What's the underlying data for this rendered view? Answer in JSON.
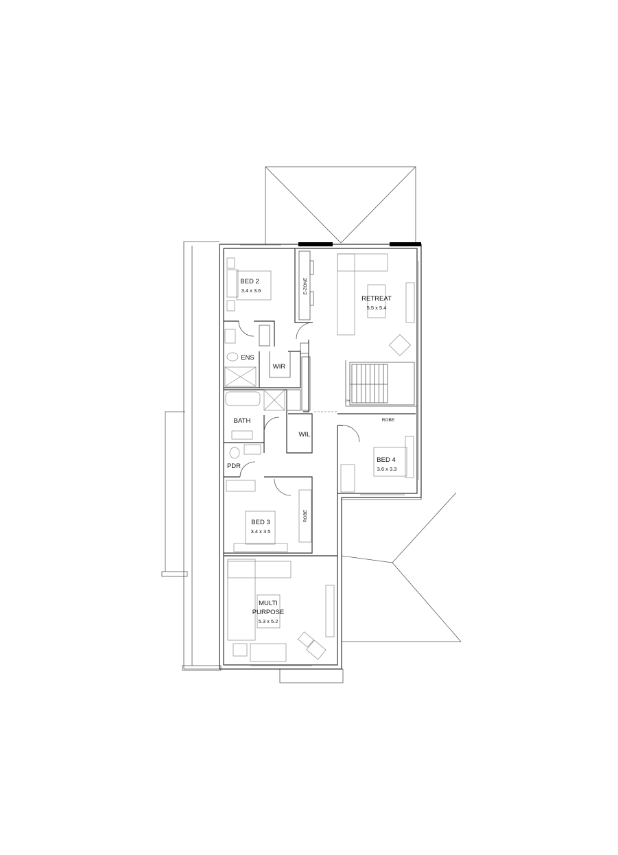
{
  "rooms": {
    "bed2": {
      "name": "BED 2",
      "size": "3.4 x 3.6"
    },
    "ezone": {
      "name": "E-ZONE"
    },
    "retreat": {
      "name": "RETREAT",
      "size": "5.5 x 5.4"
    },
    "ens": {
      "name": "ENS"
    },
    "wir": {
      "name": "WIR"
    },
    "bath": {
      "name": "BATH"
    },
    "wil": {
      "name": "WIL"
    },
    "robe_bed4": {
      "name": "ROBE"
    },
    "bed4": {
      "name": "BED 4",
      "size": "3.6 x 3.3"
    },
    "pdr": {
      "name": "PDR"
    },
    "bed3": {
      "name": "BED 3",
      "size": "3.4 x 3.5"
    },
    "robe_bed3": {
      "name": "ROBE"
    },
    "multi": {
      "name_line1": "MULTI",
      "name_line2": "PURPOSE",
      "size": "5.3 x 5.2"
    }
  },
  "stair": {
    "label": "DN"
  },
  "colors": {
    "lines": "#333333",
    "background": "#ffffff",
    "window_solid": "#000000"
  }
}
